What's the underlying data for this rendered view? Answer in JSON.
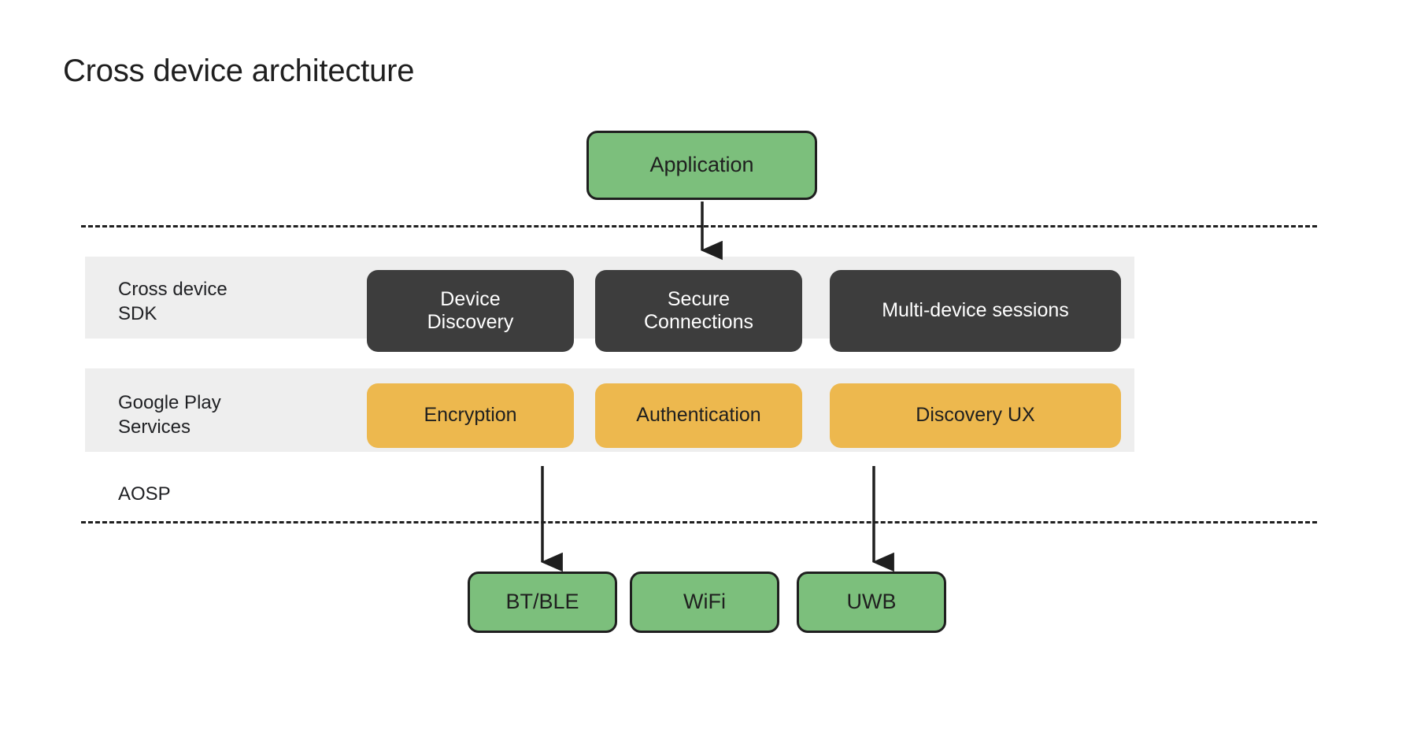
{
  "page": {
    "title": "Cross device architecture",
    "background": "#ffffff"
  },
  "colors": {
    "green": "#7cbf7c",
    "dark": "#3d3d3d",
    "amber": "#edb84e",
    "band_gray": "#eeeeee",
    "stroke": "#1f1f1f",
    "text_dark": "#202124",
    "text_light": "#ffffff"
  },
  "layers": {
    "application": {
      "label": "Application"
    },
    "rows": [
      {
        "label": "Cross device\nSDK",
        "name": "cross-device-sdk",
        "style": "dark",
        "nodes": [
          {
            "label": "Device\nDiscovery",
            "name": "device-discovery"
          },
          {
            "label": "Secure\nConnections",
            "name": "secure-connections"
          },
          {
            "label": "Multi-device sessions",
            "name": "multi-device-sessions"
          }
        ]
      },
      {
        "label": "Google Play\nServices",
        "name": "google-play-services",
        "style": "amber",
        "nodes": [
          {
            "label": "Encryption",
            "name": "encryption"
          },
          {
            "label": "Authentication",
            "name": "authentication"
          },
          {
            "label": "Discovery UX",
            "name": "discovery-ux"
          }
        ]
      }
    ],
    "aosp": {
      "label": "AOSP"
    },
    "transports": [
      {
        "label": "BT/BLE",
        "name": "bt-ble"
      },
      {
        "label": "WiFi",
        "name": "wifi"
      },
      {
        "label": "UWB",
        "name": "uwb"
      }
    ]
  },
  "connections": [
    {
      "from": "application",
      "to": "cross-device-sdk"
    },
    {
      "from": "encryption",
      "to": "bt-ble"
    },
    {
      "from": "discovery-ux",
      "to": "uwb"
    }
  ]
}
